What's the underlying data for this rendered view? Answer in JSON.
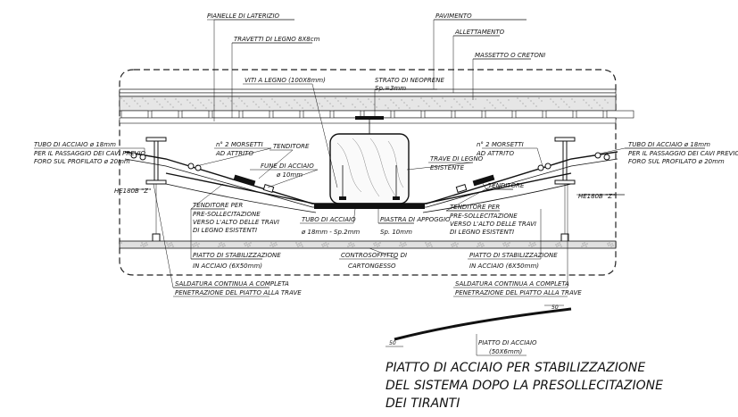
{
  "labels": {
    "pianelle": "PIANELLE DI LATERIZIO",
    "pavimento": "PAVIMENTO",
    "allettamento": "ALLETTAMENTO",
    "travetti": "TRAVETTI DI LEGNO 8X8cm",
    "massetto": "MASSETTO O CRETONI",
    "viti": "VITI A LEGNO (100X8mm)",
    "neoprene_1": "STRATO DI NEOPRENE",
    "neoprene_2": "Sp.=3mm",
    "tubo_left_1": "TUBO DI ACCIAIO ø 18mm",
    "tubo_left_2": "PER IL PASSAGGIO DEI CAVI PREVIO",
    "tubo_left_3": "FORO SUL PROFILATO ø 20mm",
    "tubo_right_1": "TUBO DI ACCIAIO ø 18mm",
    "tubo_right_2": "PER IL PASSAGGIO DEI CAVI PREVIO",
    "tubo_right_3": "FORO SUL PROFILATO ø 20mm",
    "morsetti_left_1": "n° 2 MORSETTI",
    "morsetti_left_2": "AD ATTRITO",
    "morsetti_right_1": "n° 2 MORSETTI",
    "morsetti_right_2": "AD ATTRITO",
    "tenditore": "TENDITORE",
    "fune_1": "FUNE DI ACCIAIO",
    "fune_2": "ø 10mm",
    "trave_legno_1": "TRAVE DI LEGNO",
    "trave_legno_2": "ESISTENTE",
    "tenditore_right": "TENDITORE",
    "he_left": "HE180B \"Z\"",
    "he_right": "HE180B \"Z\"",
    "tend_per_left_1": "TENDITORE PER",
    "tend_per_left_2": "PRE-SOLLECITAZIONE",
    "tend_per_left_3": "VERSO L'ALTO DELLE TRAVI",
    "tend_per_left_4": "DI LEGNO ESISTENTI",
    "tend_per_right_1": "TENDITORE PER",
    "tend_per_right_2": "PRE-SOLLECITAZIONE",
    "tend_per_right_3": "VERSO L'ALTO DELLE TRAVI",
    "tend_per_right_4": "DI LEGNO ESISTENTI",
    "tubo_center_1": "TUBO DI ACCIAIO",
    "tubo_center_2": "ø 18mm - Sp.2mm",
    "piastra_1": "PIASTRA DI APPOGGIO",
    "piastra_2": "Sp. 10mm",
    "piatto_left_1": "PIATTO DI STABILIZZAZIONE",
    "piatto_left_2": "IN ACCIAIO (6X50mm)",
    "controsoffitto_1": "CONTROSOFFITTO DI",
    "controsoffitto_2": "CARTONGESSO",
    "piatto_right_1": "PIATTO DI STABILIZZAZIONE",
    "piatto_right_2": "IN ACCIAIO (6X50mm)",
    "saldatura_left_1": "SALDATURA CONTINUA A COMPLETA",
    "saldatura_left_2": "PENETRAZIONE DEL PIATTO ALLA TRAVE",
    "saldatura_right_1": "SALDATURA CONTINUA A COMPLETA",
    "saldatura_right_2": "PENETRAZIONE DEL PIATTO ALLA TRAVE",
    "dim_50_right": "50",
    "dim_50_left": "50",
    "piatto_detail_1": "PIATTO DI ACCIAIO",
    "piatto_detail_2": "(50X6mm)"
  },
  "title": [
    "PIATTO DI ACCIAIO PER STABILIZZAZIONE",
    "DEL SISTEMA DOPO LA PRESOLLECITAZIONE",
    "DEI TIRANTI"
  ]
}
